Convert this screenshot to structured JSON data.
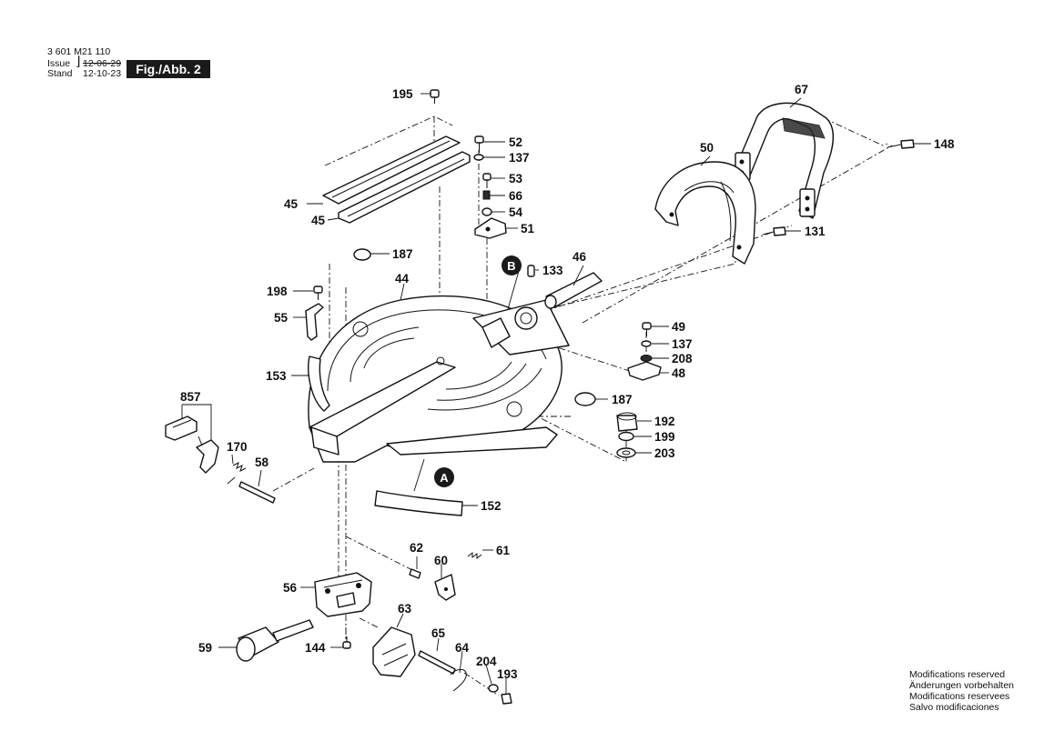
{
  "header": {
    "doc_number": "3 601 M21 110",
    "issue_label": "Issue",
    "stand_label": "Stand",
    "old_date": "12-06-29",
    "new_date": "12-10-23",
    "figure_label": "Fig./Abb. 2"
  },
  "notes": [
    "Modifications reserved",
    "Änderungen vorbehalten",
    "Modifications reservees",
    "Salvo modificaciones"
  ],
  "callouts": {
    "a": "A",
    "b": "B"
  },
  "parts": {
    "p195": "195",
    "p52": "52",
    "p137a": "137",
    "p53": "53",
    "p66": "66",
    "p54": "54",
    "p51": "51",
    "p45a": "45",
    "p45b": "45",
    "p187a": "187",
    "p44": "44",
    "p133": "133",
    "p46": "46",
    "p67": "67",
    "p50": "50",
    "p148": "148",
    "p131": "131",
    "p198": "198",
    "p55": "55",
    "p153": "153",
    "p49": "49",
    "p137b": "137",
    "p208": "208",
    "p48": "48",
    "p187b": "187",
    "p857": "857",
    "p192": "192",
    "p199": "199",
    "p203": "203",
    "p170": "170",
    "p58": "58",
    "p152": "152",
    "p62": "62",
    "p60": "60",
    "p61": "61",
    "p56": "56",
    "p63": "63",
    "p59": "59",
    "p144": "144",
    "p65": "65",
    "p64": "64",
    "p204": "204",
    "p193": "193"
  }
}
